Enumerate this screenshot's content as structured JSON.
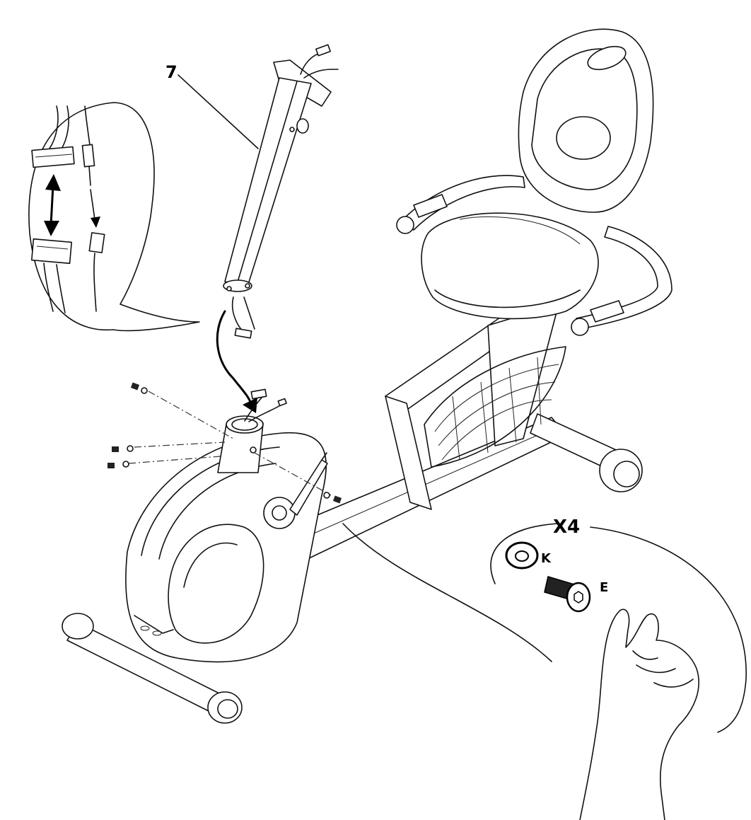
{
  "figure": {
    "part_label": "7",
    "quantity_label": "X4",
    "hardware": [
      {
        "letter": "K",
        "icon": "washer-icon"
      },
      {
        "letter": "E",
        "icon": "bolt-icon"
      }
    ]
  },
  "colors": {
    "ink": "#000000",
    "paper": "#ffffff"
  }
}
